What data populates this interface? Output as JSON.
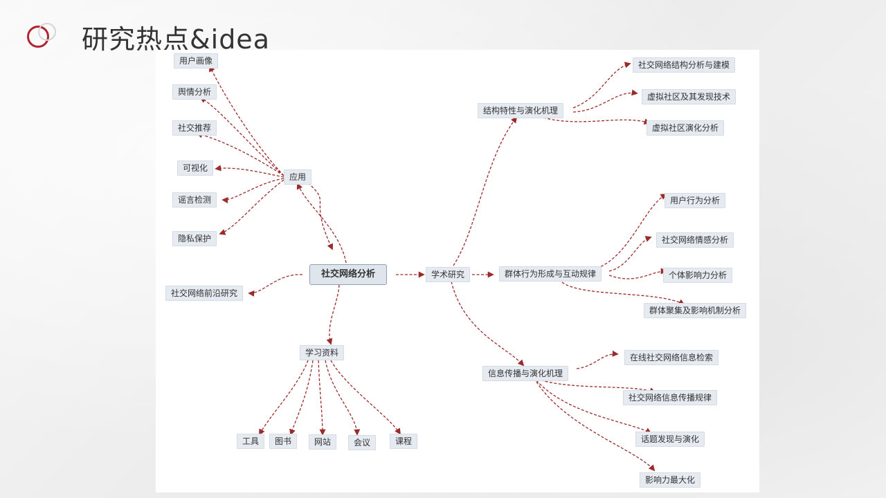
{
  "title": "研究热点&idea",
  "colors": {
    "accent": "#b3222f",
    "link": "#9b2a2a",
    "node_fill": "#e6ebf1"
  },
  "icon": "ring-bullet-icon",
  "mindmap": {
    "root": "社交网络分析",
    "application": {
      "label": "应用",
      "children": [
        "用户画像",
        "舆情分析",
        "社交推荐",
        "可视化",
        "谣言检测",
        "隐私保护"
      ]
    },
    "frontier": "社交网络前沿研究",
    "study": {
      "label": "学习资料",
      "children": [
        "工具",
        "图书",
        "网站",
        "会议",
        "课程"
      ]
    },
    "research": {
      "label": "学术研究",
      "branches": [
        {
          "label": "结构特性与演化机理",
          "children": [
            "社交网络结构分析与建模",
            "虚拟社区及其发现技术",
            "虚拟社区演化分析"
          ]
        },
        {
          "label": "群体行为形成与互动规律",
          "children": [
            "用户行为分析",
            "社交网络情感分析",
            "个体影响力分析",
            "群体聚集及影响机制分析"
          ]
        },
        {
          "label": "信息传播与演化机理",
          "children": [
            "在线社交网络信息检索",
            "社交网络信息传播规律",
            "话题发现与演化",
            "影响力最大化"
          ]
        }
      ]
    }
  }
}
